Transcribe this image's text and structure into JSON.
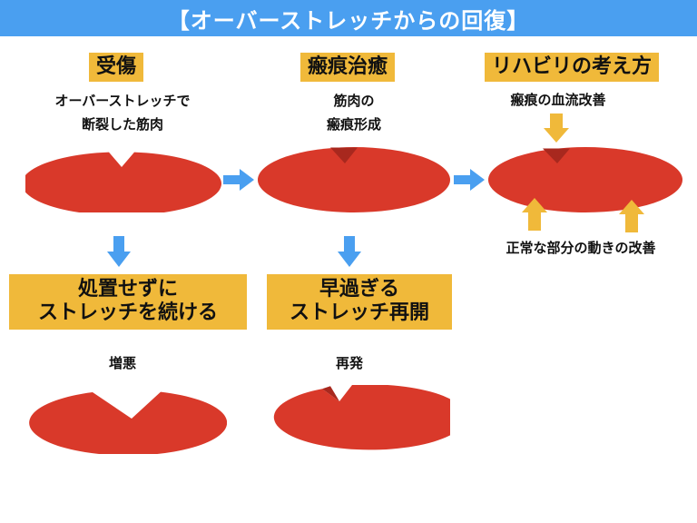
{
  "title": "【オーバーストレッチからの回復】",
  "colors": {
    "header_bg": "#4a9ff0",
    "label_bg": "#f0b93a",
    "muscle": "#d9392a",
    "scar": "#a8281e",
    "arrow_blue": "#4a9ff0",
    "arrow_yellow": "#f0b93a"
  },
  "stages": {
    "injury": {
      "label": "受傷",
      "desc": [
        "オーバーストレッチで",
        "断裂した筋肉"
      ]
    },
    "healing": {
      "label": "瘢痕治癒",
      "desc": [
        "筋肉の",
        "瘢痕形成"
      ]
    },
    "rehab": {
      "label": "リハビリの考え方",
      "top_note": "瘢痕の血流改善",
      "bottom_note": "正常な部分の動きの改善"
    },
    "untreated": {
      "label": [
        "処置せずに",
        "ストレッチを続ける"
      ],
      "result": "増悪"
    },
    "early": {
      "label": [
        "早過ぎる",
        "ストレッチ再開"
      ],
      "result": "再発"
    }
  }
}
